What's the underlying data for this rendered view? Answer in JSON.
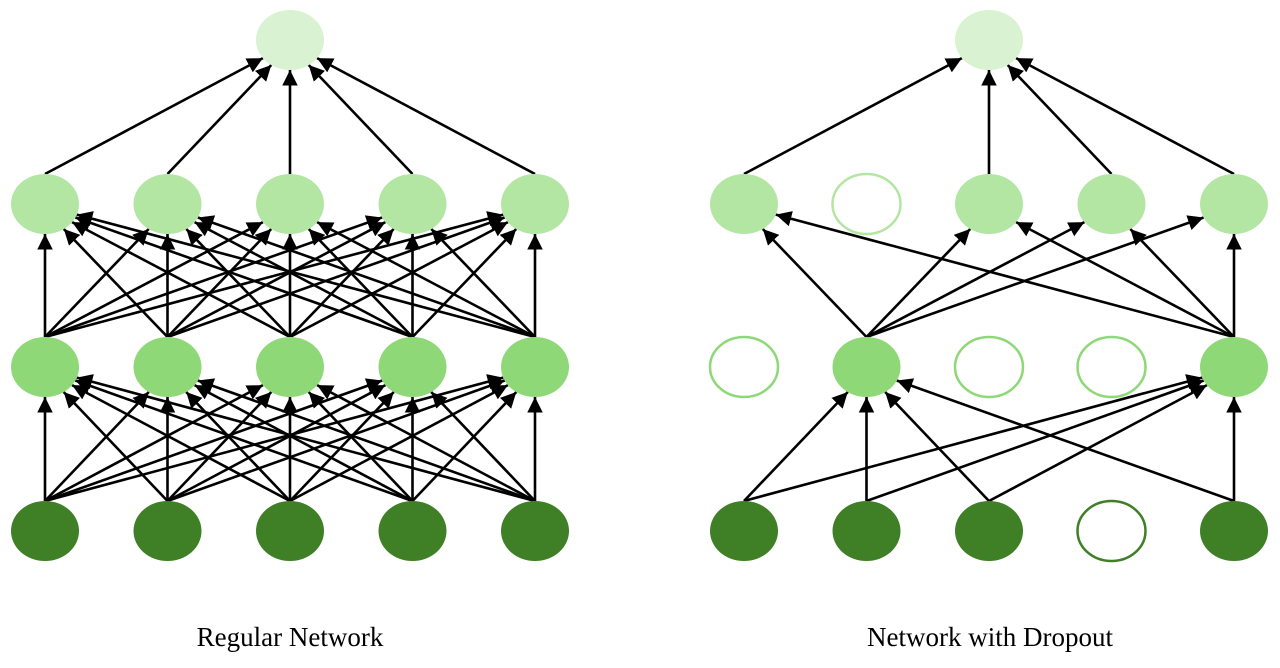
{
  "networks": [
    {
      "id": "regular",
      "label": "Regular Network",
      "layers": [
        {
          "units": 5,
          "color": "#3f7f25",
          "dropped": []
        },
        {
          "units": 5,
          "color": "#8ed878",
          "dropped": []
        },
        {
          "units": 5,
          "color": "#b3e6a3",
          "dropped": []
        },
        {
          "units": 1,
          "color": "#d9f2d1",
          "dropped": []
        }
      ]
    },
    {
      "id": "dropout",
      "label": "Network with Dropout",
      "layers": [
        {
          "units": 5,
          "color": "#3f7f25",
          "dropped": [
            3
          ]
        },
        {
          "units": 5,
          "color": "#8ed878",
          "dropped": [
            0,
            2,
            3
          ]
        },
        {
          "units": 5,
          "color": "#b3e6a3",
          "dropped": [
            1
          ]
        },
        {
          "units": 1,
          "color": "#d9f2d1",
          "dropped": []
        }
      ]
    }
  ]
}
